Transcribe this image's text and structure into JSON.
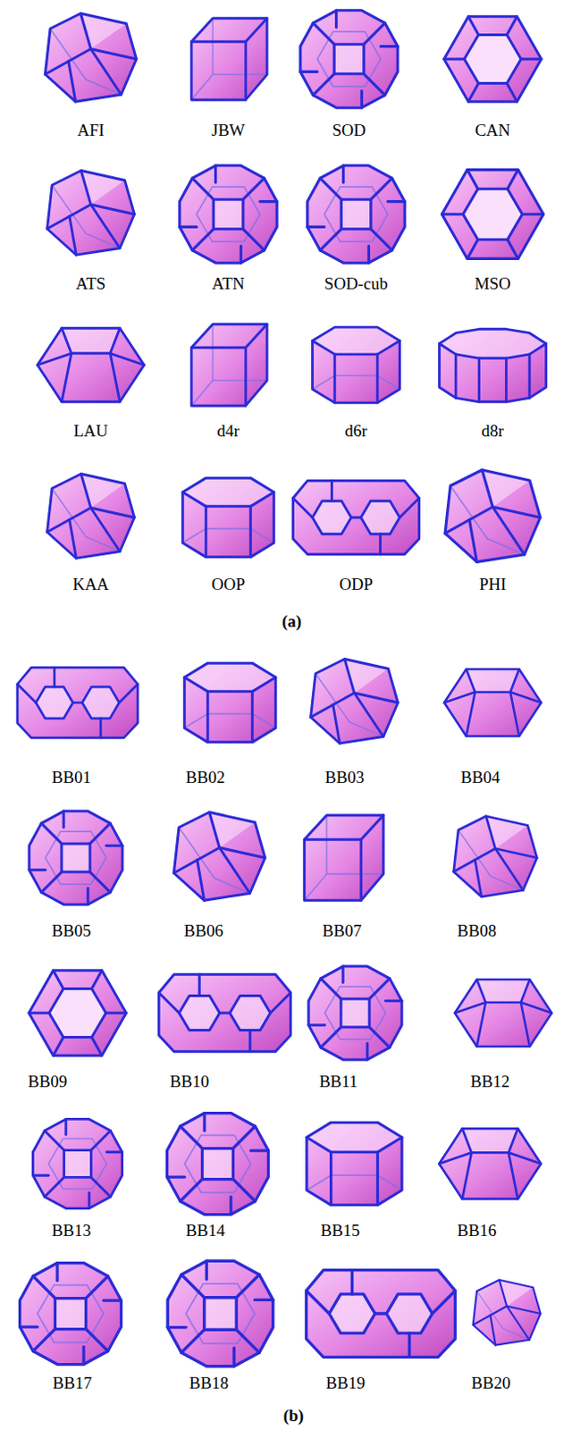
{
  "diagram": {
    "labels": [
      "AFI",
      "JBW",
      "SOD",
      "CAN",
      "ATS",
      "ATN",
      "SOD-cub",
      "MSO",
      "LAU",
      "d4r",
      "d6r",
      "d8r",
      "KAA",
      "OOP",
      "ODP",
      "PHI",
      "(a)",
      "BB01",
      "BB02",
      "BB03",
      "BB04",
      "BB05",
      "BB06",
      "BB07",
      "BB08",
      "BB09",
      "BB10",
      "BB11",
      "BB12",
      "BB13",
      "BB14",
      "BB15",
      "BB16",
      "BB17",
      "BB18",
      "BB19",
      "BB20",
      "(b)"
    ]
  }
}
